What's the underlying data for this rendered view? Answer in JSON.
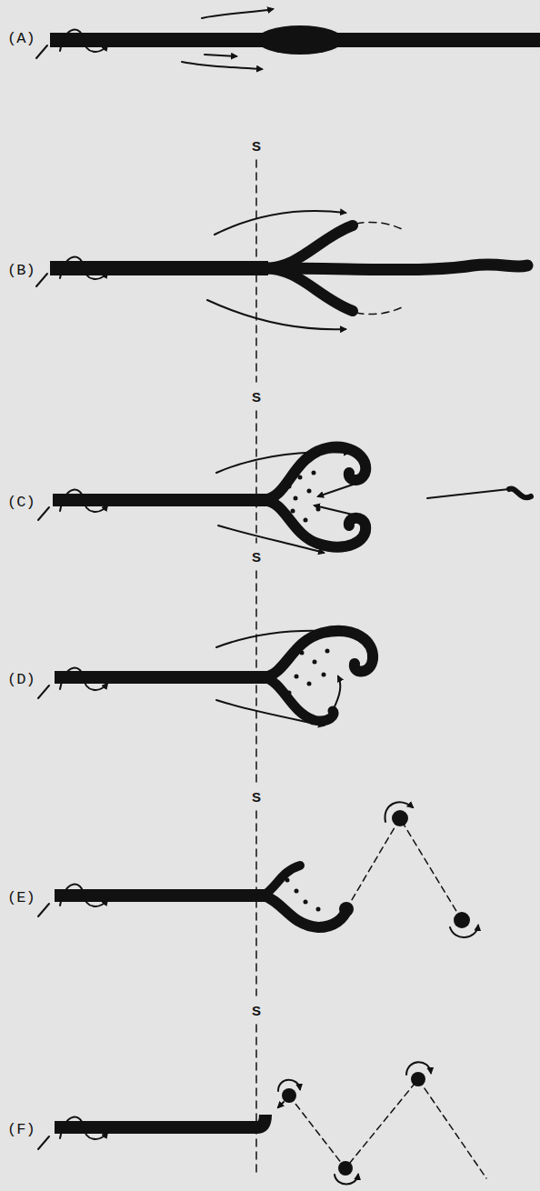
{
  "diagram": {
    "labels": [
      "(A)",
      "S",
      "(B)",
      "S",
      "(C)",
      "S",
      "(D)",
      "S",
      "(E)",
      "S",
      "(F)"
    ]
  }
}
